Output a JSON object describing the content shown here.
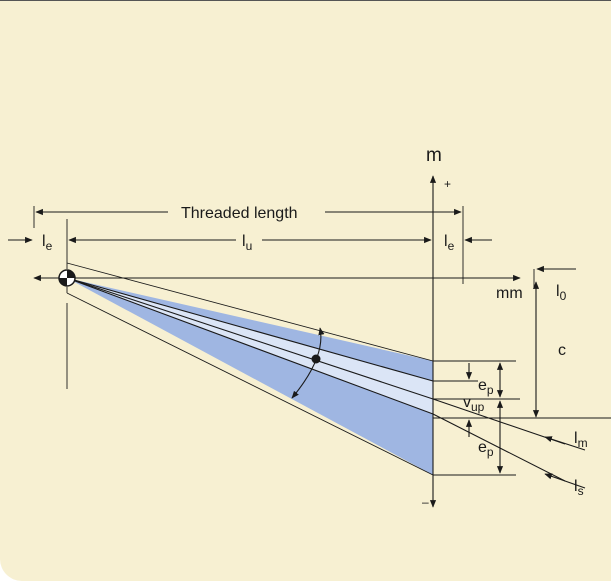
{
  "labels": {
    "m": "m",
    "plus": "+",
    "minus": "–",
    "threaded_length": "Threaded length",
    "le_left": "l",
    "le_left_sub": "e",
    "lu": "l",
    "lu_sub": "u",
    "le_right": "l",
    "le_right_sub": "e",
    "mm": "mm",
    "l0": "l",
    "l0_sub": "0",
    "c": "c",
    "ep_top": "e",
    "ep_top_sub": "p",
    "vup": "v",
    "vup_sub": "up",
    "ep_bottom": "e",
    "ep_bottom_sub": "p",
    "lm": "l",
    "lm_sub": "m",
    "ls": "l",
    "ls_sub": "s"
  },
  "colors": {
    "background": "#f7f0d2",
    "fan_dark": "#9fb6e2",
    "fan_light": "#dbe5f6",
    "line": "#1a1a1a"
  }
}
